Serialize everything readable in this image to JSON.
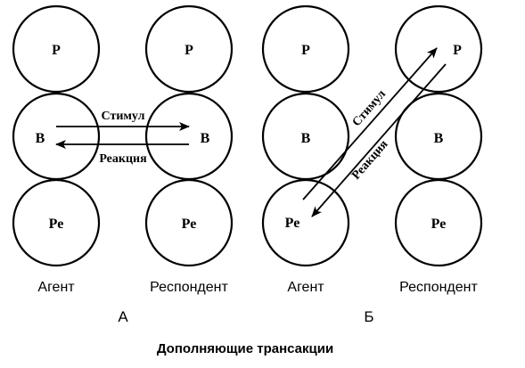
{
  "states": {
    "parent": "Р",
    "adult": "В",
    "child": "Ре"
  },
  "roles": {
    "agent": "Агент",
    "respondent": "Респондент"
  },
  "arrows": {
    "stimulus": "Стимул",
    "reaction": "Реакция"
  },
  "panels": {
    "a": "А",
    "b": "Б"
  },
  "caption": "Дополняющие трансакции"
}
